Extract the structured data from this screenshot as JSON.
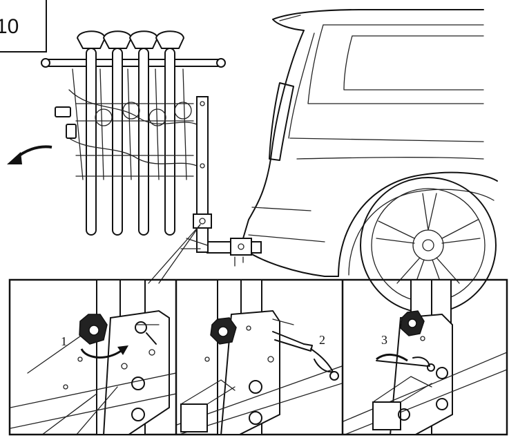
{
  "step": {
    "number": "10"
  },
  "panels": [
    {
      "label": "1"
    },
    {
      "label": "2"
    },
    {
      "label": "3"
    }
  ]
}
